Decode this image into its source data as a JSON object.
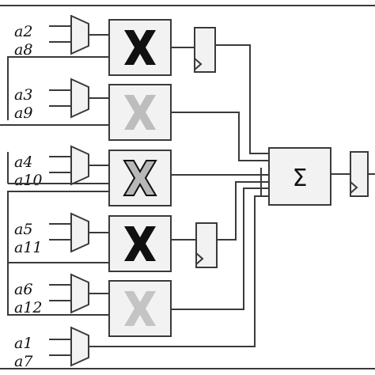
{
  "inputs": {
    "row1": [
      "a2",
      "a8"
    ],
    "row2": [
      "a3",
      "a9"
    ],
    "row3": [
      "a4",
      "a10"
    ],
    "row4": [
      "a5",
      "a11"
    ],
    "row5": [
      "a6",
      "a12"
    ],
    "row6": [
      "a1",
      "a7"
    ]
  },
  "adder": {
    "symbol": "Σ"
  },
  "multipliers": [
    {
      "state": "active",
      "fill": "#111111"
    },
    {
      "state": "inactive",
      "fill": "#bdbdbd"
    },
    {
      "state": "outlined",
      "fill": "#b8b8b8"
    },
    {
      "state": "active",
      "fill": "#111111"
    },
    {
      "state": "inactive",
      "fill": "#c4c4c4"
    }
  ],
  "colors": {
    "wire": "#3a3a3a",
    "block_fill": "#f2f2f2",
    "active_x": "#111111",
    "inactive_x": "#bdbdbd"
  }
}
